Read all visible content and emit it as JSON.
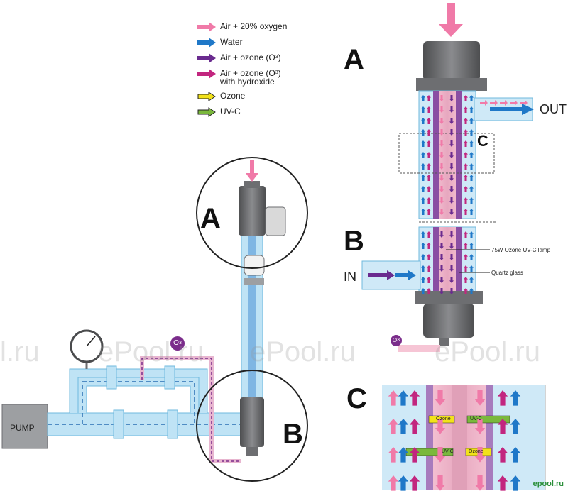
{
  "legend": [
    {
      "label": "Air + 20% oxygen",
      "color": "#f07aa8",
      "icon": "arrow-right-icon"
    },
    {
      "label": "Water",
      "color": "#1f78c8",
      "icon": "arrow-right-icon"
    },
    {
      "label": "Air + ozone (O",
      "sup": "3",
      "suffix": ")",
      "color": "#6a2b8f",
      "icon": "arrow-right-icon"
    },
    {
      "label": "Air + ozone (O",
      "sup": "3",
      "suffix": ")",
      "line2": "with hydroxide",
      "color": "#c2267f",
      "icon": "arrow-right-icon"
    },
    {
      "label": "Ozone",
      "color": "#f2e21a",
      "icon": "arrow-right-icon",
      "stroke": "#222222"
    },
    {
      "label": "UV-C",
      "color": "#7ab83c",
      "icon": "arrow-right-icon",
      "stroke": "#222222"
    }
  ],
  "sections": {
    "a": "A",
    "b": "B",
    "c": "C"
  },
  "ports": {
    "out": "OUT",
    "in": "IN"
  },
  "callouts": {
    "lamp": "75W Ozone UV-C lamp",
    "glass": "Quartz glass"
  },
  "pump": "PUMP",
  "o3_badge": {
    "base": "O",
    "sup": "3"
  },
  "c_labels": {
    "ozone": "Ozone",
    "uvc": "UV-C"
  },
  "watermarks": [
    "l.ru",
    "ePool.ru",
    "ePool.ru",
    "ePool.ru"
  ],
  "brand": "epool.ru",
  "colors": {
    "water": "#cfe9f7",
    "pipe_fill": "#bfe3f5",
    "pipe_stroke": "#6fb9de",
    "grey": "#6d6e71",
    "grey_dark": "#4a4b4d"
  }
}
